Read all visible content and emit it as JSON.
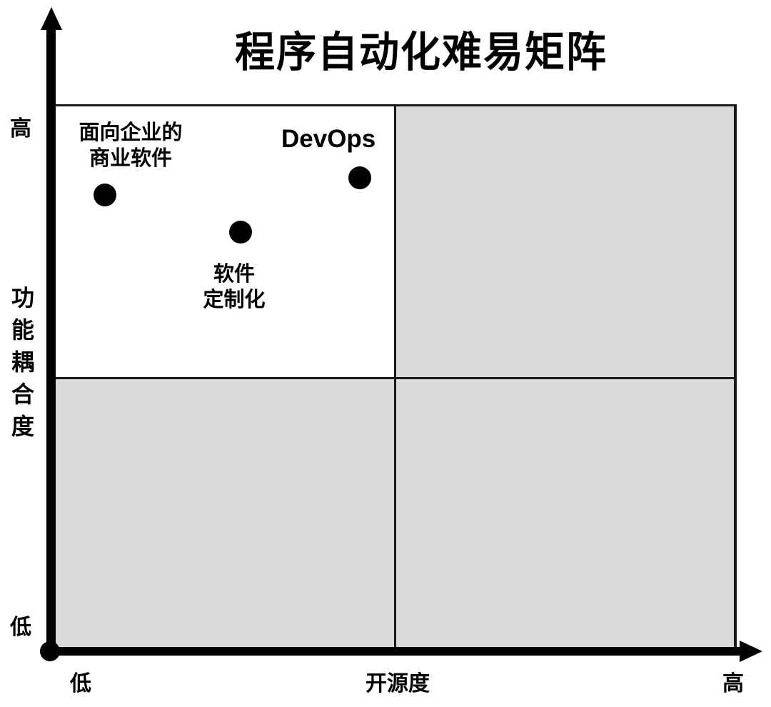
{
  "title": "程序自动化难易矩阵",
  "axes": {
    "x": {
      "label": "开源度",
      "low": "低",
      "high": "高"
    },
    "y": {
      "label": "功能耦合度",
      "label_chars": [
        "功",
        "能",
        "耦",
        "合",
        "度"
      ],
      "low": "低",
      "high": "高"
    }
  },
  "quadrants": {
    "top_left": {
      "fill": "#ffffff"
    },
    "top_right": {
      "fill": "#d9d9d9"
    },
    "bottom_left": {
      "fill": "#d9d9d9"
    },
    "bottom_right": {
      "fill": "#d9d9d9"
    }
  },
  "points": [
    {
      "label": "面向企业的\n商业软件",
      "x": 0.07,
      "y": 0.84
    },
    {
      "label": "软件\n定制化",
      "x": 0.27,
      "y": 0.77
    },
    {
      "label": "DevOps",
      "x": 0.45,
      "y": 0.87
    }
  ],
  "chart_data": {
    "type": "scatter",
    "title": "程序自动化难易矩阵",
    "xlabel": "开源度",
    "ylabel": "功能耦合度",
    "x_ticks": [
      "低",
      "高"
    ],
    "y_ticks": [
      "低",
      "高"
    ],
    "xlim": [
      0,
      1
    ],
    "ylim": [
      0,
      1
    ],
    "grid": "2x2 quadrants; top-left white, others gray",
    "points": [
      {
        "name": "面向企业的商业软件",
        "x": 0.07,
        "y": 0.84
      },
      {
        "name": "软件定制化",
        "x": 0.27,
        "y": 0.77
      },
      {
        "name": "DevOps",
        "x": 0.45,
        "y": 0.87
      }
    ]
  }
}
